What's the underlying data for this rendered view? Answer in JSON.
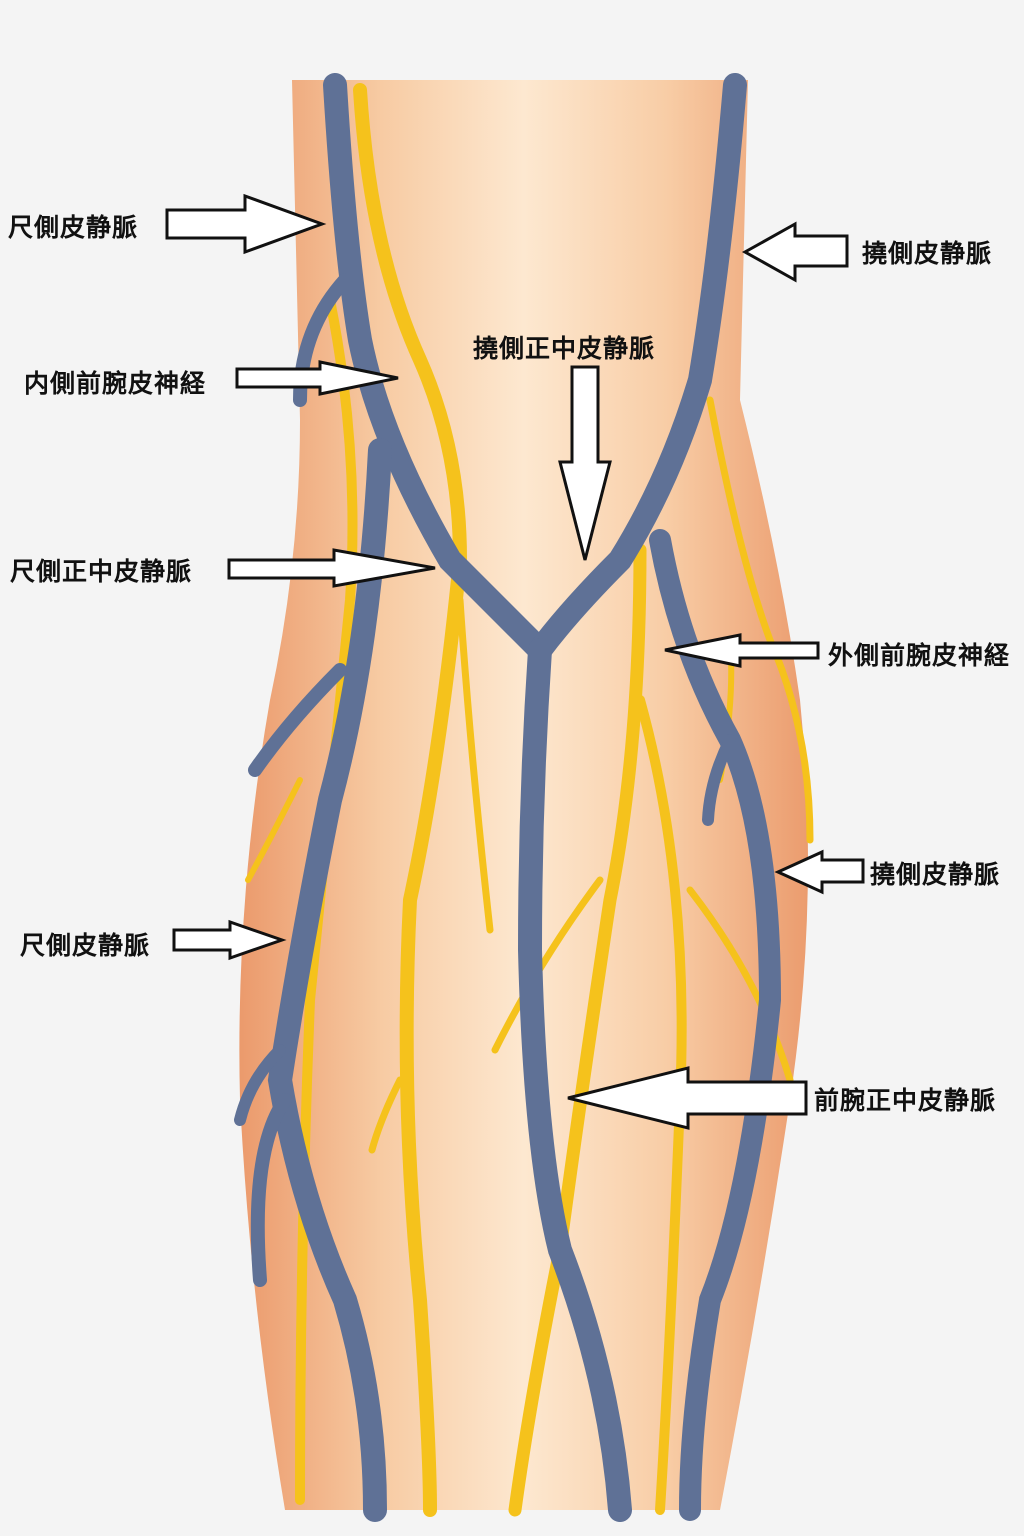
{
  "labels": {
    "basilic_upper": "尺側皮静脈",
    "cephalic_upper": "撓側皮静脈",
    "medial_antebrachial_nerve": "内側前腕皮神経",
    "median_cephalic": "撓側正中皮静脈",
    "median_basilic": "尺側正中皮静脈",
    "lateral_antebrachial_nerve": "外側前腕皮神経",
    "cephalic_lower": "撓側皮静脈",
    "basilic_lower": "尺側皮静脈",
    "median_antebrachial": "前腕正中皮静脈"
  },
  "colors": {
    "vein": "#5f7196",
    "nerve": "#f5c21c",
    "skin": "#f7cfa8"
  }
}
